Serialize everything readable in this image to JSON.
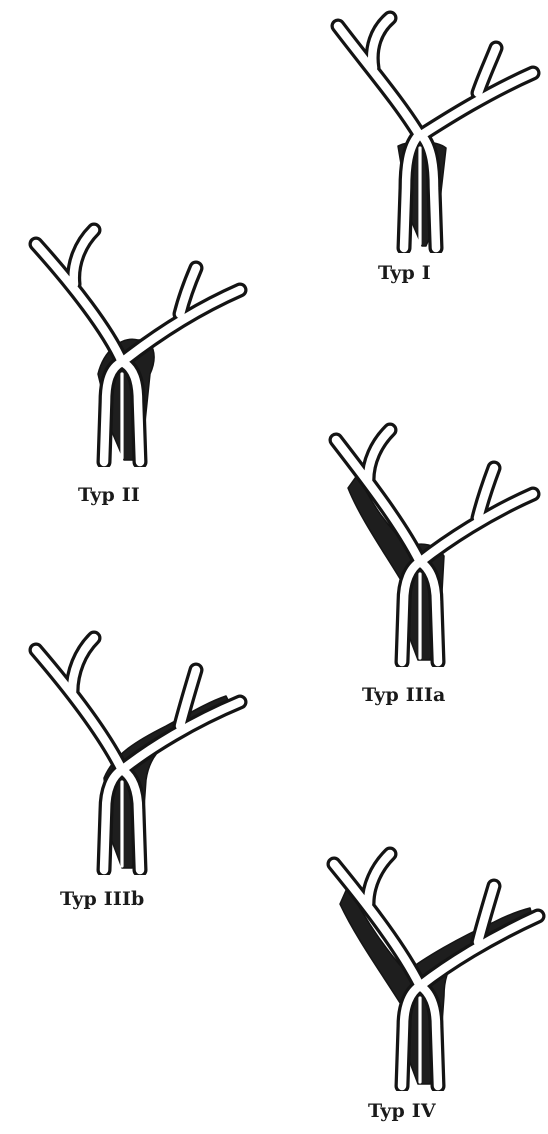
{
  "figure": {
    "types": [
      {
        "id": "typ-i",
        "label": "Typ I"
      },
      {
        "id": "typ-ii",
        "label": "Typ II"
      },
      {
        "id": "typ-iiia",
        "label": "Typ IIIa"
      },
      {
        "id": "typ-iiib",
        "label": "Typ IIIb"
      },
      {
        "id": "typ-iv",
        "label": "Typ IV"
      }
    ]
  },
  "colors": {
    "ink": "#141414",
    "tumor": "#1e1e1e",
    "background": "#ffffff"
  }
}
